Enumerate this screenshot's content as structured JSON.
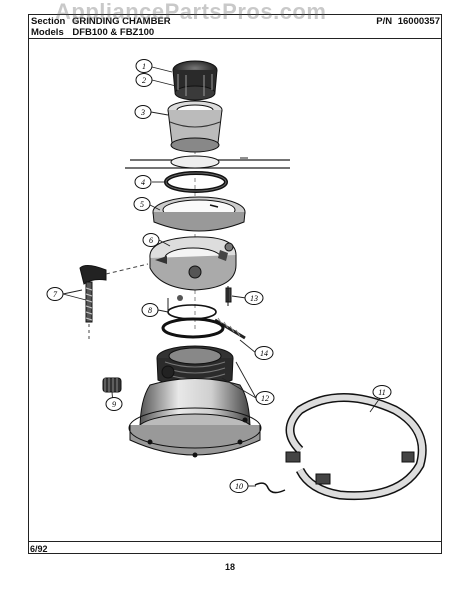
{
  "header": {
    "section_label": "Section",
    "section_value": "GRINDING CHAMBER",
    "models_label": "Models",
    "models_value": "DFB100 & FBZ100",
    "pn_label": "P/N",
    "pn_value": "16000357"
  },
  "watermark": "AppliancePartsPros.com",
  "footer": {
    "date": "6/92",
    "page": "18"
  },
  "callouts": [
    "1",
    "2",
    "3",
    "4",
    "5",
    "6",
    "7",
    "8",
    "9",
    "10",
    "11",
    "12",
    "13",
    "14"
  ]
}
